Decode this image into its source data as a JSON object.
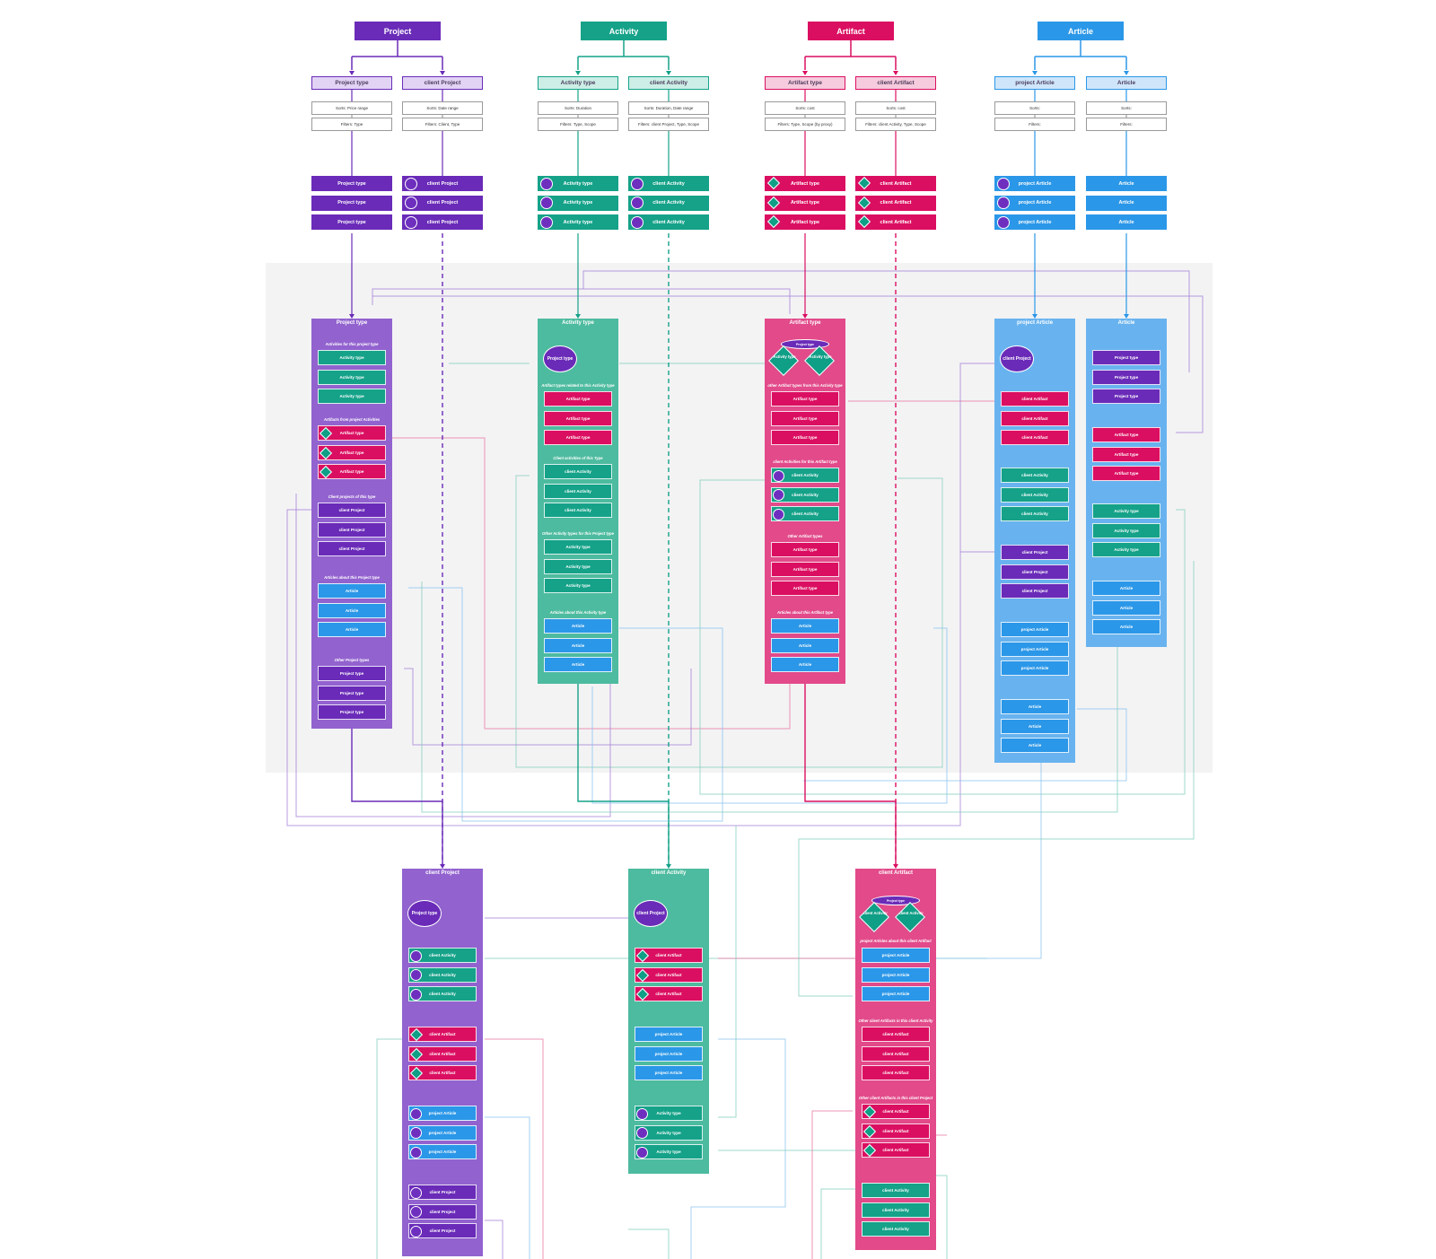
{
  "colors": {
    "project": "#6a2bb8",
    "activity": "#15a289",
    "artifact": "#db0f61",
    "article": "#2b97e8",
    "project_col": "#9262cf",
    "activity_col": "#4dbb9f",
    "artifact_col": "#e24a8a",
    "article_col": "#68b3ef"
  },
  "roots": [
    {
      "label": "Project"
    },
    {
      "label": "Activity"
    },
    {
      "label": "Artifact"
    },
    {
      "label": "Article"
    }
  ],
  "type_boxes": [
    {
      "label": "Project type",
      "sorts": "Sorts: Price range",
      "filters": "Filters: Type"
    },
    {
      "label": "client Project",
      "sorts": "Sorts: Date range",
      "filters": "Filters: Client, Type"
    },
    {
      "label": "Activity type",
      "sorts": "Sorts: Duration",
      "filters": "Filters: Type, Scope"
    },
    {
      "label": "client Activity",
      "sorts": "Sorts: Duration, Date range",
      "filters": "Filters: client Project, Type, Scope"
    },
    {
      "label": "Artifact type",
      "sorts": "Sorts: cost",
      "filters": "Filters: Type, Scope (by proxy)"
    },
    {
      "label": "client Artifact",
      "sorts": "Sorts: cost",
      "filters": "Filters: client Activity, Type, Scope"
    },
    {
      "label": "project Article",
      "sorts": "Sorts:",
      "filters": "Filters:"
    },
    {
      "label": "Article",
      "sorts": "Sorts:",
      "filters": "Filters:"
    }
  ],
  "list_items": [
    {
      "label": "Project type"
    },
    {
      "label": "client Project"
    },
    {
      "label": "Activity type"
    },
    {
      "label": "client Activity"
    },
    {
      "label": "Artifact type"
    },
    {
      "label": "client Artifact"
    },
    {
      "label": "project Article"
    },
    {
      "label": "Article"
    }
  ],
  "columns": {
    "project_type": {
      "title": "Project type",
      "sections": [
        "Activities for this project type",
        "Artifacts from project Activities",
        "Client projects of this type",
        "Articles about this Project type",
        "Other Project types"
      ]
    },
    "activity_type": {
      "title": "Activity type",
      "circle": "Project type",
      "sections": [
        "Artifact types related to this Activity type",
        "Client activities of this Type",
        "Other Activity types for this Project type",
        "Articles about this Activity type"
      ]
    },
    "artifact_type": {
      "title": "Artifact type",
      "ellipse": "Project type",
      "diamonds": [
        "Activity type",
        "Activity type"
      ],
      "sections": [
        "other Artifact types from this Activity type",
        "client Activities for this Artifact type",
        "Other Artifact types",
        "Articles about this Artifact type"
      ]
    },
    "project_article": {
      "title": "project Article",
      "circle": "client Project"
    },
    "article": {
      "title": "Article"
    },
    "client_project": {
      "title": "client Project",
      "circle": "Project type"
    },
    "client_activity": {
      "title": "client Activity",
      "circle": "client Project"
    },
    "client_artifact": {
      "title": "client Artifact",
      "ellipse": "Project type",
      "diamonds": [
        "client Activity",
        "client Activity"
      ],
      "sections": [
        "project Articles about this client Artifact",
        "Other client Artifacts in this client Activity",
        "Other client Artifacts in this client Project"
      ]
    }
  }
}
